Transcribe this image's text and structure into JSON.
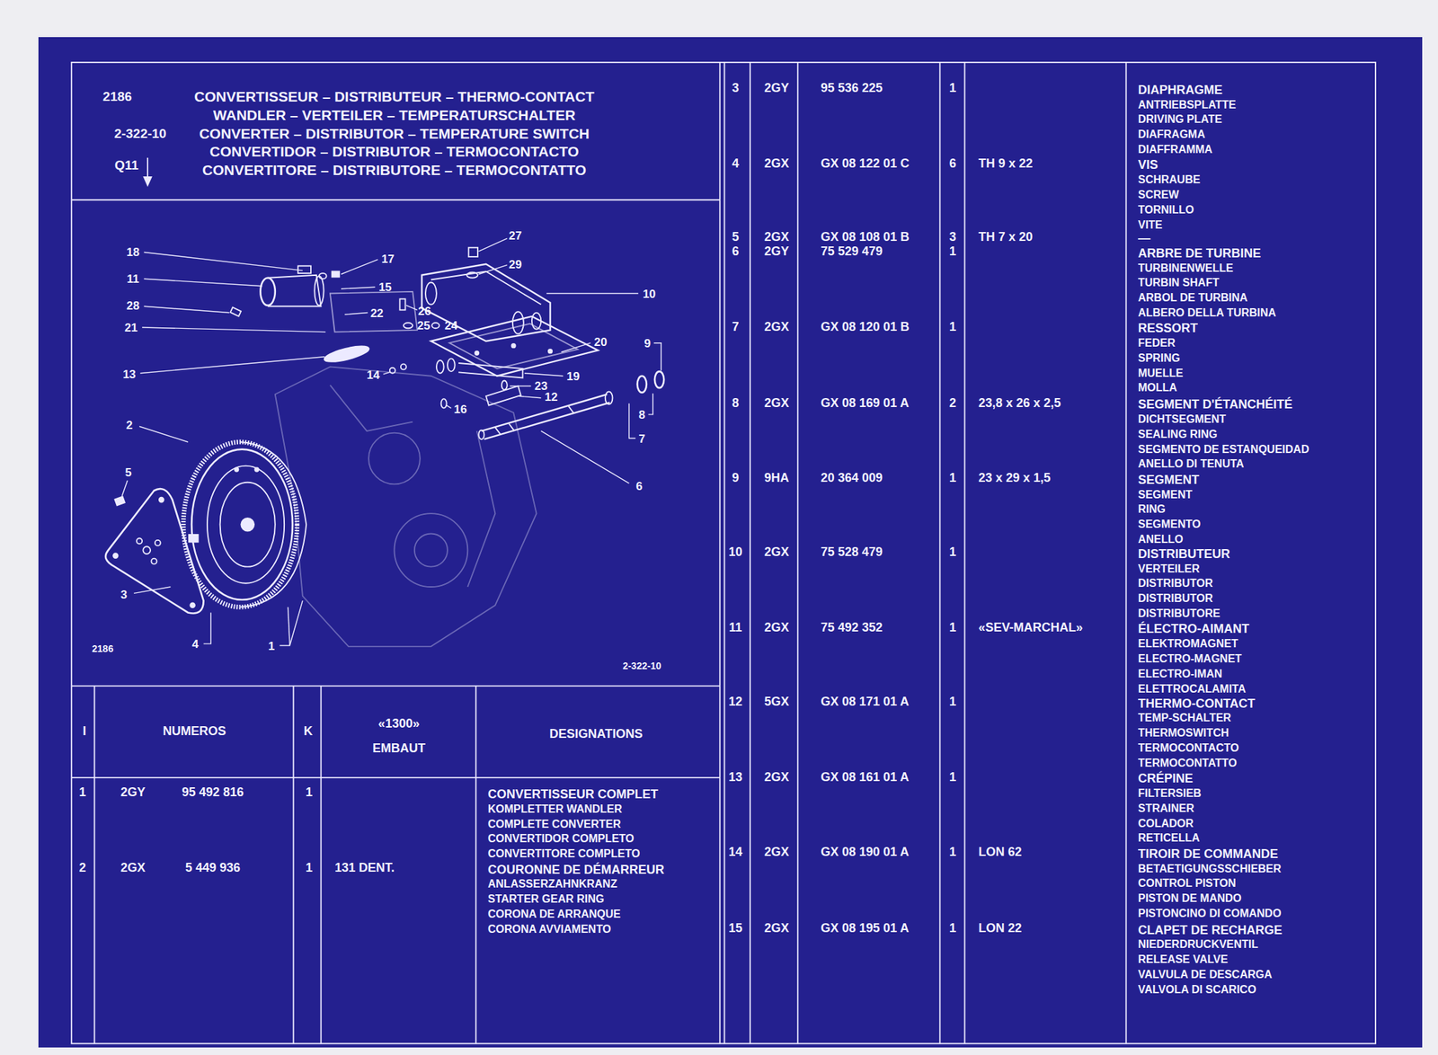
{
  "diagram": {
    "title": "CONVERTISSEUR – DISTRIBUTEUR – THERMO-CONTACT",
    "labels": [
      "2186",
      "2-322-10",
      "Q11",
      "WANDLER – VERTEILER – TEMPERATURSCHALTER",
      "CONVERTER – DISTRIBUTOR – TEMPERATURE SWITCH",
      "CONVERTIDOR – DISTRIBUTOR – TERMOCONTACTO",
      "CONVERTITORE – DISTRIBUTORE – TERMOCONTATTO",
      "18",
      "17",
      "27",
      "29",
      "11",
      "15",
      "10",
      "28",
      "22",
      "26",
      "21",
      "25",
      "24",
      "20",
      "9",
      "13",
      "14",
      "19",
      "23",
      "12",
      "16",
      "8",
      "2",
      "7",
      "6",
      "5",
      "3",
      "4",
      "1",
      "2186",
      "2-322-10",
      "I",
      "NUMEROS",
      "K",
      "«1300»",
      "EMBAUT",
      "DESIGNATIONS",
      "1",
      "2GY",
      "95 492 816",
      "1",
      "CONVERTISSEUR COMPLET",
      "KOMPLETTER WANDLER",
      "COMPLETE CONVERTER",
      "CONVERTIDOR COMPLETO",
      "CONVERTITORE COMPLETO",
      "2",
      "2GX",
      "5 449 936",
      "1",
      "131 DENT.",
      "COURONNE DE DÉMARREUR",
      "ANLASSERZAHNKRANZ",
      "STARTER GEAR RING",
      "CORONA DE ARRANQUE",
      "CORONA AVVIAMENTO",
      "3",
      "2GY",
      "95 536 225",
      "1",
      "DIAPHRAGME",
      "ANTRIEBSPLATTE",
      "DRIVING PLATE",
      "DIAFRAGMA",
      "DIAFFRAMMA",
      "4",
      "2GX",
      "GX 08 122 01 C",
      "6",
      "TH 9 x 22",
      "VIS",
      "SCHRAUBE",
      "SCREW",
      "TORNILLO",
      "VITE",
      "5",
      "2GX",
      "GX 08 108 01 B",
      "3",
      "TH 7 x 20",
      "—",
      "6",
      "2GY",
      "75 529 479",
      "1",
      "ARBRE DE TURBINE",
      "TURBINENWELLE",
      "TURBIN SHAFT",
      "ARBOL DE TURBINA",
      "ALBERO DELLA TURBINA",
      "7",
      "2GX",
      "GX 08 120 01 B",
      "1",
      "RESSORT",
      "FEDER",
      "SPRING",
      "MUELLE",
      "MOLLA",
      "8",
      "2GX",
      "GX 08 169 01 A",
      "2",
      "23,8 x 26 x 2,5",
      "SEGMENT D'ÉTANCHÉITÉ",
      "DICHTSEGMENT",
      "SEALING RING",
      "SEGMENTO DE ESTANQUEIDAD",
      "ANELLO DI TENUTA",
      "9",
      "9HA",
      "20 364 009",
      "1",
      "23 x 29 x 1,5",
      "SEGMENT",
      "SEGMENT",
      "RING",
      "SEGMENTO",
      "ANELLO",
      "10",
      "2GX",
      "75 528 479",
      "1",
      "DISTRIBUTEUR",
      "VERTEILER",
      "DISTRIBUTOR",
      "DISTRIBUTOR",
      "DISTRIBUTORE",
      "11",
      "2GX",
      "75 492 352",
      "1",
      "«SEV-MARCHAL»",
      "ÉLECTRO-AIMANT",
      "ELEKTROMAGNET",
      "ELECTRO-MAGNET",
      "ELECTRO-IMAN",
      "ELETTROCALAMITA",
      "12",
      "5GX",
      "GX 08 171 01 A",
      "1",
      "THERMO-CONTACT",
      "TEMP-SCHALTER",
      "THERMOSWITCH",
      "TERMOCONTACTO",
      "TERMOCONTATTO",
      "13",
      "2GX",
      "GX 08 161 01 A",
      "1",
      "CRÉPINE",
      "FILTERSIEB",
      "STRAINER",
      "COLADOR",
      "RETICELLA",
      "14",
      "2GX",
      "GX 08 190 01 A",
      "1",
      "LON 62",
      "TIROIR DE COMMANDE",
      "BETAETIGUNGSSCHIEBER",
      "CONTROL PISTON",
      "PISTON DE MANDO",
      "PISTONCINO DI COMANDO",
      "15",
      "2GX",
      "GX 08 195 01 A",
      "1",
      "LON 22",
      "CLAPET DE RECHARGE",
      "NIEDERDRUCKVENTIL",
      "RELEASE VALVE",
      "VALVULA DE DESCARGA",
      "VALVOLA DI SCARICO"
    ]
  }
}
